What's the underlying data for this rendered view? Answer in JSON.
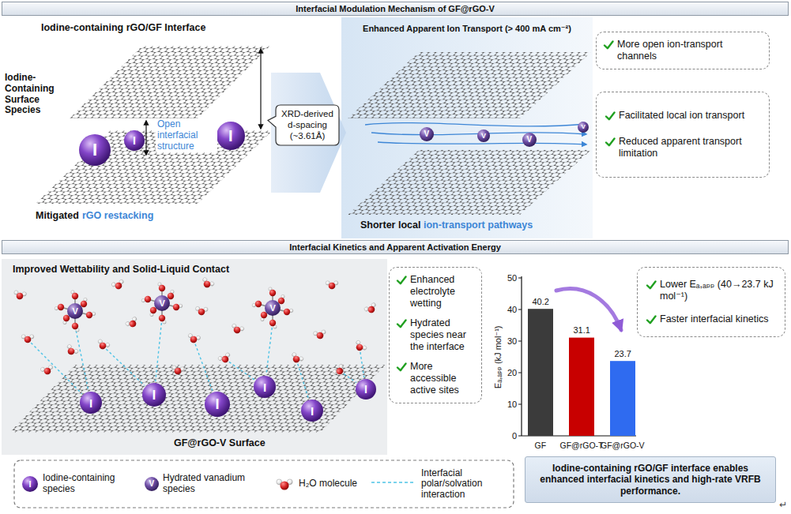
{
  "diagram": {
    "nodes": [
      {
        "text": [
          "Interfacial Modulation Mechanism of GF@rGO-V"
        ]
      },
      {
        "text": [
          "XRD-derived d-spacing (~3.61Å)"
        ]
      },
      {
        "text": [
          "Enhanced Apparent Ion Transport (> 400 mA cm⁻²)",
          "Shorter local",
          "ion-transport pathways"
        ]
      },
      {
        "text": [
          "More open ion-transport channels"
        ]
      },
      {
        "text": [
          "Facilitated local ion transport",
          "Reduced apparent transport limitation"
        ]
      },
      {
        "text": [
          "Interfacial Kinetics and Apparent Activation Energy"
        ]
      },
      {
        "text": [
          "Improved Wettability and Solid-Liquid Contact",
          "GF@rGO-V Surface"
        ]
      },
      {
        "text": [
          "Enhanced electrolyte wetting",
          "Hydrated species near the interface",
          "More accessible active sites"
        ]
      },
      {
        "text": [
          "Lower Eₐ,ₐₚₚ (40→23.7 kJ mol⁻¹)",
          "Faster interfacial kinetics"
        ]
      },
      {
        "text": [
          "Iodine-containing rGO/GF interface enables enhanced interfacial kinetics and high-rate VRFB performance."
        ]
      }
    ],
    "labels": [
      "Iodine-containing rGO/GF Interface",
      "Iodine-Containing Surface Species",
      "Open interfacial structure",
      "Mitigated",
      "rGO restacking",
      "I",
      "I",
      "I",
      "V",
      "V",
      "V",
      "V",
      "V",
      "V",
      "V",
      "I",
      "I",
      "I",
      "I",
      "I",
      "I",
      "50",
      "40",
      "30",
      "20",
      "10",
      "0",
      "Eₐ,ₐₚₚ (kJ mol⁻¹)",
      "40.2",
      "31.1",
      "23.7",
      "GF",
      "GF@rGO-T",
      "GF@rGO-V",
      "I",
      "V",
      "↵"
    ],
    "legend": [
      {
        "text": "Iodine-containing species"
      },
      {
        "text": "Hydrated vanadium species"
      },
      {
        "text": "H₂O molecule"
      },
      {
        "text": "Interfacial polar/solvation interaction"
      }
    ]
  }
}
